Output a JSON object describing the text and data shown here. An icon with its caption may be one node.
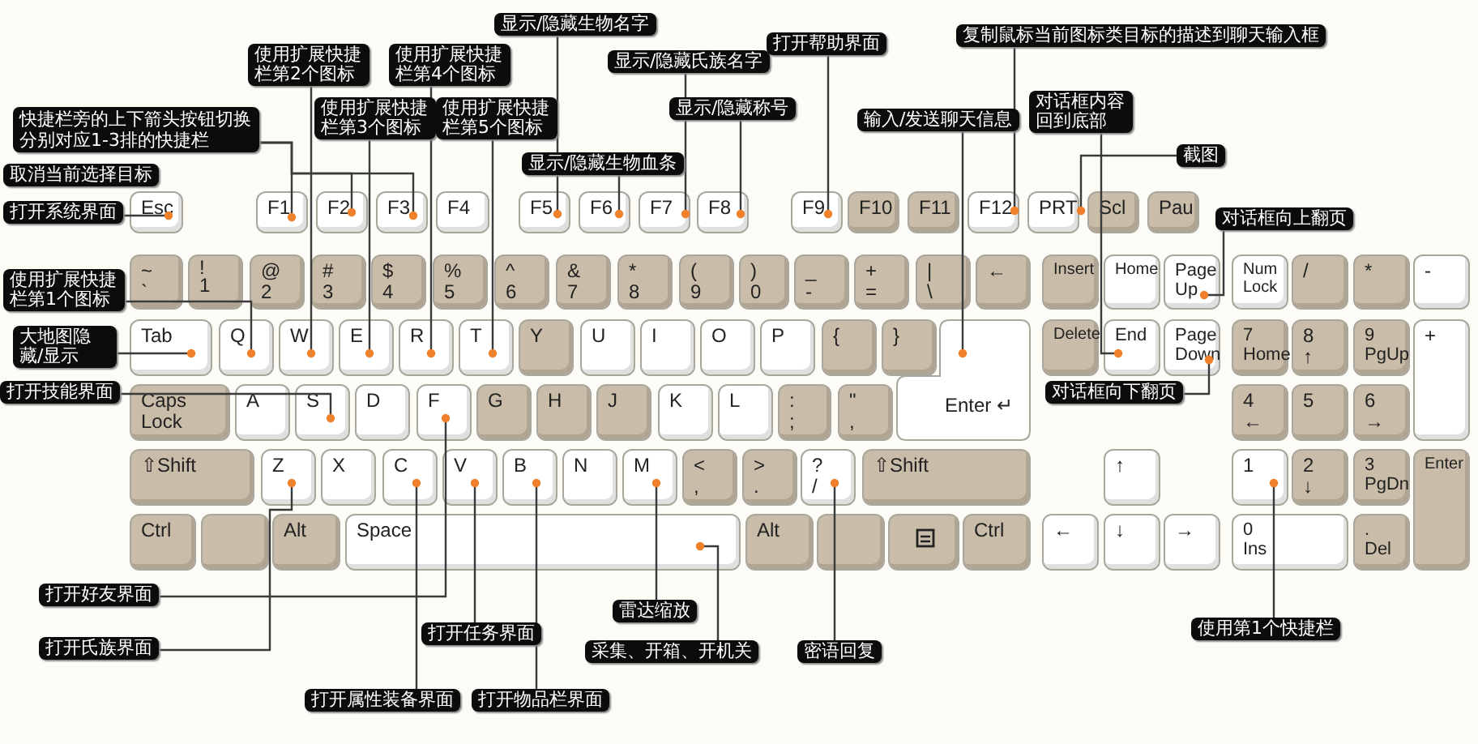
{
  "diagram": {
    "nodes": [
      {
        "text": [
          "Esc"
        ]
      },
      {
        "text": [
          "F1"
        ]
      },
      {
        "text": [
          "F2"
        ]
      },
      {
        "text": [
          "F3"
        ]
      },
      {
        "text": [
          "F4"
        ]
      },
      {
        "text": [
          "F5"
        ]
      },
      {
        "text": [
          "F6"
        ]
      },
      {
        "text": [
          "F7"
        ]
      },
      {
        "text": [
          "F8"
        ]
      },
      {
        "text": [
          "F9"
        ]
      },
      {
        "text": [
          "F10"
        ]
      },
      {
        "text": [
          "F11"
        ]
      },
      {
        "text": [
          "F12"
        ]
      },
      {
        "text": [
          "PRT"
        ]
      },
      {
        "text": [
          "Scl"
        ]
      },
      {
        "text": [
          "Pau"
        ]
      },
      {
        "text": [
          "~",
          "`"
        ]
      },
      {
        "text": [
          "!",
          "1"
        ]
      },
      {
        "text": [
          "@",
          "2"
        ]
      },
      {
        "text": [
          "#",
          "3"
        ]
      },
      {
        "text": [
          "$",
          "4"
        ]
      },
      {
        "text": [
          "%",
          "5"
        ]
      },
      {
        "text": [
          "^",
          "6"
        ]
      },
      {
        "text": [
          "&",
          "7"
        ]
      },
      {
        "text": [
          "*",
          "8"
        ]
      },
      {
        "text": [
          "(",
          "9"
        ]
      },
      {
        "text": [
          ")",
          "0"
        ]
      },
      {
        "text": [
          "_",
          "-"
        ]
      },
      {
        "text": [
          "+",
          "="
        ]
      },
      {
        "text": [
          "|",
          "\\"
        ]
      },
      {
        "text": [
          "←"
        ]
      },
      {
        "text": [
          "Insert"
        ]
      },
      {
        "text": [
          "Home"
        ]
      },
      {
        "text": [
          "Page Up"
        ]
      },
      {
        "text": [
          "Num Lock"
        ]
      },
      {
        "text": [
          "/"
        ]
      },
      {
        "text": [
          "*"
        ]
      },
      {
        "text": [
          "-"
        ]
      },
      {
        "text": [
          "Tab"
        ]
      },
      {
        "text": [
          "Q"
        ]
      },
      {
        "text": [
          "W"
        ]
      },
      {
        "text": [
          "E"
        ]
      },
      {
        "text": [
          "R"
        ]
      },
      {
        "text": [
          "T"
        ]
      },
      {
        "text": [
          "Y"
        ]
      },
      {
        "text": [
          "U"
        ]
      },
      {
        "text": [
          "I"
        ]
      },
      {
        "text": [
          "O"
        ]
      },
      {
        "text": [
          "P"
        ]
      },
      {
        "text": [
          "{"
        ]
      },
      {
        "text": [
          "}"
        ]
      },
      {
        "text": [
          "Enter ↵"
        ]
      },
      {
        "text": [
          "Delete"
        ]
      },
      {
        "text": [
          "End"
        ]
      },
      {
        "text": [
          "Page Down"
        ]
      },
      {
        "text": [
          "7",
          "Home"
        ]
      },
      {
        "text": [
          "8",
          "↑"
        ]
      },
      {
        "text": [
          "9",
          "PgUp"
        ]
      },
      {
        "text": [
          "+"
        ]
      },
      {
        "text": [
          "Caps Lock"
        ]
      },
      {
        "text": [
          "A"
        ]
      },
      {
        "text": [
          "S"
        ]
      },
      {
        "text": [
          "D"
        ]
      },
      {
        "text": [
          "F"
        ]
      },
      {
        "text": [
          "G"
        ]
      },
      {
        "text": [
          "H"
        ]
      },
      {
        "text": [
          "J"
        ]
      },
      {
        "text": [
          "K"
        ]
      },
      {
        "text": [
          "L"
        ]
      },
      {
        "text": [
          ":",
          ";"
        ]
      },
      {
        "text": [
          "\"",
          ","
        ]
      },
      {
        "text": [
          "4",
          "←"
        ]
      },
      {
        "text": [
          "5"
        ]
      },
      {
        "text": [
          "6",
          "→"
        ]
      },
      {
        "text": [
          "⇧Shift"
        ]
      },
      {
        "text": [
          "Z"
        ]
      },
      {
        "text": [
          "X"
        ]
      },
      {
        "text": [
          "C"
        ]
      },
      {
        "text": [
          "V"
        ]
      },
      {
        "text": [
          "B"
        ]
      },
      {
        "text": [
          "N"
        ]
      },
      {
        "text": [
          "M"
        ]
      },
      {
        "text": [
          "<",
          ","
        ]
      },
      {
        "text": [
          ">",
          "."
        ]
      },
      {
        "text": [
          "?",
          "/"
        ]
      },
      {
        "text": [
          "⇧Shift"
        ]
      },
      {
        "text": [
          "↑"
        ]
      },
      {
        "text": [
          "1"
        ]
      },
      {
        "text": [
          "2",
          "↓"
        ]
      },
      {
        "text": [
          "3",
          "PgDn"
        ]
      },
      {
        "text": [
          "Enter"
        ]
      },
      {
        "text": [
          "Ctrl"
        ]
      },
      {
        "text": [],
        "shape": "box"
      },
      {
        "text": [
          "Alt"
        ]
      },
      {
        "text": [
          "Space"
        ]
      },
      {
        "text": [
          "Alt"
        ]
      },
      {
        "text": [],
        "shape": "box"
      },
      {
        "text": [],
        "shape": "box"
      },
      {
        "text": [
          "Ctrl"
        ]
      },
      {
        "text": [
          "←"
        ]
      },
      {
        "text": [
          "↓"
        ]
      },
      {
        "text": [
          "→"
        ]
      },
      {
        "text": [
          "0",
          "Ins"
        ]
      },
      {
        "text": [
          ".",
          "Del"
        ]
      },
      {
        "text": [
          "快捷栏旁的上下箭头按钮切换分别对应1-3排的快捷栏"
        ]
      },
      {
        "text": [
          "取消当前选择目标"
        ]
      },
      {
        "text": [
          "打开系统界面"
        ]
      },
      {
        "text": [
          "使用扩展快捷栏第2个图标"
        ]
      },
      {
        "text": [
          "使用扩展快捷栏第4个图标"
        ]
      },
      {
        "text": [
          "使用扩展快捷栏第3个图标"
        ]
      },
      {
        "text": [
          "使用扩展快捷栏第5个图标"
        ]
      },
      {
        "text": [
          "显示/隐藏生物名字"
        ]
      },
      {
        "text": [
          "显示/隐藏氏族名字"
        ]
      },
      {
        "text": [
          "显示/隐藏称号"
        ]
      },
      {
        "text": [
          "显示/隐藏生物血条"
        ]
      },
      {
        "text": [
          "打开帮助界面"
        ]
      },
      {
        "text": [
          "复制鼠标当前图标类目标的描述到聊天输入框"
        ]
      },
      {
        "text": [
          "对话框内容回到底部"
        ]
      },
      {
        "text": [
          "输入/发送聊天信息"
        ]
      },
      {
        "text": [
          "截图"
        ]
      },
      {
        "text": [
          "对话框向上翻页"
        ]
      },
      {
        "text": [
          "使用扩展快捷栏第1个图标"
        ]
      },
      {
        "text": [
          "大地图隐藏/显示"
        ]
      },
      {
        "text": [
          "打开技能界面"
        ]
      },
      {
        "text": [
          "对话框向下翻页"
        ]
      },
      {
        "text": [
          "打开好友界面"
        ]
      },
      {
        "text": [
          "雷达缩放"
        ]
      },
      {
        "text": [
          "打开任务界面"
        ]
      },
      {
        "text": [
          "打开氏族界面"
        ]
      },
      {
        "text": [
          "采集、开箱、开机关"
        ]
      },
      {
        "text": [
          "密语回复"
        ]
      },
      {
        "text": [
          "使用第1个快捷栏"
        ]
      },
      {
        "text": [
          "打开属性装备界面"
        ]
      },
      {
        "text": [
          "打开物品栏界面"
        ]
      }
    ],
    "edges": [
      {
        "from": 104,
        "to": 1,
        "arrow": "other"
      },
      {
        "from": 104,
        "to": 2,
        "arrow": "other"
      },
      {
        "from": 104,
        "to": 3,
        "arrow": "other"
      },
      {
        "from": 106,
        "to": 0,
        "arrow": "other"
      },
      {
        "from": 107,
        "to": 40,
        "arrow": "other"
      },
      {
        "from": 109,
        "to": 41,
        "arrow": "other"
      },
      {
        "from": 108,
        "to": 42,
        "arrow": "other"
      },
      {
        "from": 110,
        "to": 43,
        "arrow": "other"
      },
      {
        "from": 111,
        "to": 5,
        "arrow": "other"
      },
      {
        "from": 114,
        "to": 6,
        "arrow": "other"
      },
      {
        "from": 112,
        "to": 7,
        "arrow": "other"
      },
      {
        "from": 113,
        "to": 8,
        "arrow": "other"
      },
      {
        "from": 115,
        "to": 9,
        "arrow": "other"
      },
      {
        "from": 118,
        "to": 51,
        "arrow": "other"
      },
      {
        "from": 116,
        "to": 12,
        "arrow": "other"
      },
      {
        "from": 117,
        "to": 53,
        "arrow": "other"
      },
      {
        "from": 119,
        "to": 13,
        "arrow": "other"
      },
      {
        "from": 120,
        "to": 33,
        "arrow": "other"
      },
      {
        "from": 124,
        "to": 54,
        "arrow": "other"
      },
      {
        "from": 121,
        "to": 39,
        "arrow": "other"
      },
      {
        "from": 122,
        "to": 38,
        "arrow": "other"
      },
      {
        "from": 123,
        "to": 61,
        "arrow": "other"
      },
      {
        "from": 125,
        "to": 63,
        "arrow": "other"
      },
      {
        "from": 128,
        "to": 75,
        "arrow": "other"
      },
      {
        "from": 127,
        "to": 78,
        "arrow": "other"
      },
      {
        "from": 132,
        "to": 77,
        "arrow": "other"
      },
      {
        "from": 133,
        "to": 79,
        "arrow": "other"
      },
      {
        "from": 126,
        "to": 81,
        "arrow": "other"
      },
      {
        "from": 129,
        "to": 94,
        "arrow": "other"
      },
      {
        "from": 130,
        "to": 84,
        "arrow": "other"
      },
      {
        "from": 131,
        "to": 87,
        "arrow": "other"
      }
    ]
  }
}
